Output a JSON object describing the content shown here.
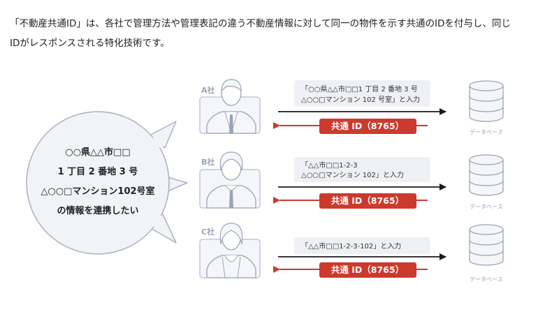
{
  "intro": {
    "line1": "「不動産共通ID」は、各社で管理方法や管理表記の違う不動産情報に対して同一の物件を示す共通のIDを付与し、同じ",
    "line2": "IDがレスポンスされる特化技術です。"
  },
  "bubble": {
    "lines": [
      "○○県△△市□□",
      "1 丁目 2 番地 3 号",
      "△○○□マンション102号室",
      "の情報を連携したい"
    ]
  },
  "companies": [
    {
      "label": "A社",
      "input_lines": [
        "「○○県△△市□□1 丁目 2 番地 3 号",
        "△○○□マンション 102 号室」と入力"
      ],
      "id_label": "共通 ID（8765）",
      "db_label": "データベース"
    },
    {
      "label": "B社",
      "input_lines": [
        "「△△市□□1-2-3",
        "△○○□マンション 102」と入力"
      ],
      "id_label": "共通 ID（8765）",
      "db_label": "データベース"
    },
    {
      "label": "C社",
      "input_lines": [
        "「△△市□□1-2-3-102」と入力"
      ],
      "id_label": "共通 ID（8765）",
      "db_label": "データベース"
    }
  ],
  "colors": {
    "accent_red": "#cc3a2e",
    "arrow_black": "#1a1a1a",
    "person_gray": "#9aa4b8",
    "frame_bg": "#f5f6f9",
    "input_box": "#eef0f4",
    "bubble_fill": "#f1f3f7",
    "bubble_stroke": "#a9b1c2"
  },
  "icons": [
    "person-icon",
    "database-icon",
    "arrow-right-icon",
    "arrow-left-icon"
  ]
}
